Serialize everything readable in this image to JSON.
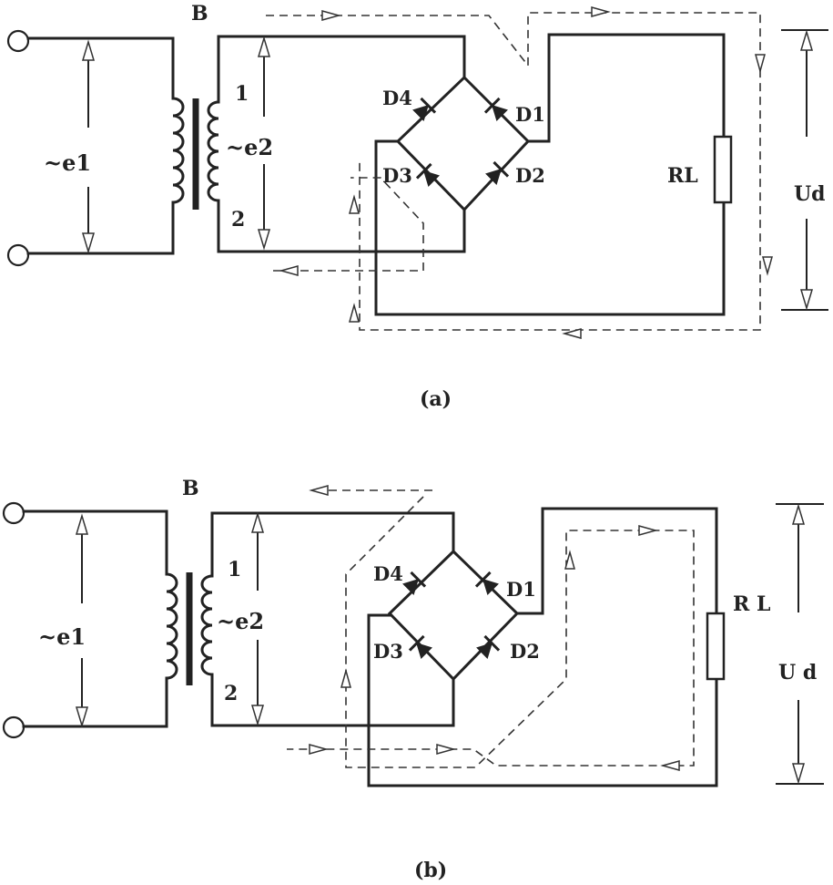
{
  "panels": [
    {
      "id": "a",
      "caption": "(a)",
      "transformer_label": "B",
      "primary_label": "~e1",
      "secondary_label": "~e2",
      "terminal_1": "1",
      "terminal_2": "2",
      "diodes": [
        "D1",
        "D2",
        "D3",
        "D4"
      ],
      "load_label": "RL",
      "output_label": "Ud"
    },
    {
      "id": "b",
      "caption": "(b)",
      "transformer_label": "B",
      "primary_label": "~e1",
      "secondary_label": "~e2",
      "terminal_1": "1",
      "terminal_2": "2",
      "diodes": [
        "D1",
        "D2",
        "D3",
        "D4"
      ],
      "load_label": "R L",
      "output_label": "U d"
    }
  ]
}
